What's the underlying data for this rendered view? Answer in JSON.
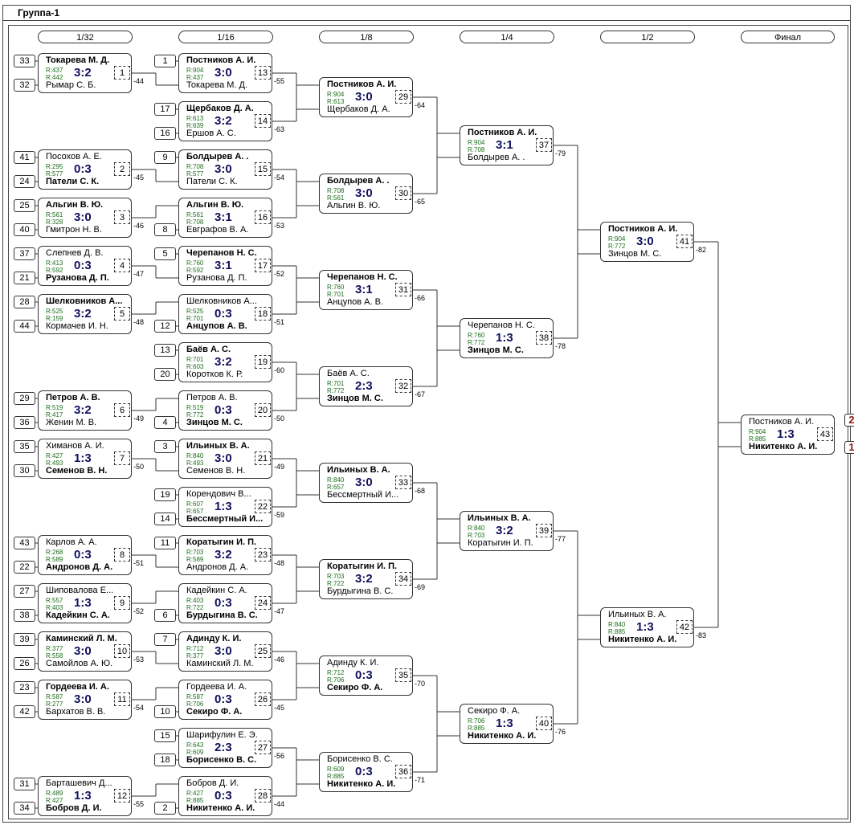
{
  "title": "Группа-1",
  "rounds": [
    "1/32",
    "1/16",
    "1/8",
    "1/4",
    "1/2",
    "Финал"
  ],
  "matches": [
    {
      "p1": "Токарева М. Д.",
      "p2": "Рымар С. Б.",
      "r1": "R:437",
      "r2": "R:442",
      "score": "3:2",
      "num": "1",
      "ref": "-44",
      "win": 1,
      "s1": "33",
      "s2": "32"
    },
    {
      "p1": "Посохов А. Е.",
      "p2": "Патели С. К.",
      "r1": "R:295",
      "r2": "R:577",
      "score": "0:3",
      "num": "2",
      "ref": "-45",
      "win": 2,
      "s1": "41",
      "s2": "24"
    },
    {
      "p1": "Альгин В. Ю.",
      "p2": "Гмитрон Н. В.",
      "r1": "R:561",
      "r2": "R:328",
      "score": "3:0",
      "num": "3",
      "ref": "-46",
      "win": 1,
      "s1": "25",
      "s2": "40"
    },
    {
      "p1": "Слепнев Д. В.",
      "p2": "Рузанова Д. П.",
      "r1": "R:413",
      "r2": "R:592",
      "score": "0:3",
      "num": "4",
      "ref": "-47",
      "win": 2,
      "s1": "37",
      "s2": "21"
    },
    {
      "p1": "Шелковников А...",
      "p2": "Кормачев И. Н.",
      "r1": "R:525",
      "r2": "R:159",
      "score": "3:2",
      "num": "5",
      "ref": "-48",
      "win": 1,
      "s1": "28",
      "s2": "44"
    },
    {
      "p1": "Петров А. В.",
      "p2": "Женин М. В.",
      "r1": "R:519",
      "r2": "R:417",
      "score": "3:2",
      "num": "6",
      "ref": "-49",
      "win": 1,
      "s1": "29",
      "s2": "36"
    },
    {
      "p1": "Химанов А. И.",
      "p2": "Семенов В. Н.",
      "r1": "R:427",
      "r2": "R:493",
      "score": "1:3",
      "num": "7",
      "ref": "-50",
      "win": 2,
      "s1": "35",
      "s2": "30"
    },
    {
      "p1": "Карлов А. А.",
      "p2": "Андронов Д. А.",
      "r1": "R:268",
      "r2": "R:589",
      "score": "0:3",
      "num": "8",
      "ref": "-51",
      "win": 2,
      "s1": "43",
      "s2": "22"
    },
    {
      "p1": "Шиповалова Е...",
      "p2": "Кадейкин С. А.",
      "r1": "R:557",
      "r2": "R:403",
      "score": "1:3",
      "num": "9",
      "ref": "-52",
      "win": 2,
      "s1": "27",
      "s2": "38"
    },
    {
      "p1": "Каминский Л. М.",
      "p2": "Самойлов А. Ю.",
      "r1": "R:377",
      "r2": "R:558",
      "score": "3:0",
      "num": "10",
      "ref": "-53",
      "win": 1,
      "s1": "39",
      "s2": "26"
    },
    {
      "p1": "Гордеева И. А.",
      "p2": "Бархатов В. В.",
      "r1": "R:587",
      "r2": "R:277",
      "score": "3:0",
      "num": "11",
      "ref": "-54",
      "win": 1,
      "s1": "23",
      "s2": "42"
    },
    {
      "p1": "Барташевич Д...",
      "p2": "Бобров Д. И.",
      "r1": "R:489",
      "r2": "R:427",
      "score": "1:3",
      "num": "12",
      "ref": "-55",
      "win": 2,
      "s1": "31",
      "s2": "34"
    },
    {
      "p1": "Постников А. И.",
      "p2": "Токарева М. Д.",
      "r1": "R:904",
      "r2": "R:437",
      "score": "3:0",
      "num": "13",
      "ref": "-55",
      "win": 1,
      "s1": "1"
    },
    {
      "p1": "Щербаков Д. А.",
      "p2": "Ершов А. С.",
      "r1": "R:613",
      "r2": "R:639",
      "score": "3:2",
      "num": "14",
      "ref": "-63",
      "win": 1,
      "s1": "17",
      "s2": "16"
    },
    {
      "p1": "Болдырев А. .",
      "p2": "Патели С. К.",
      "r1": "R:708",
      "r2": "R:577",
      "score": "3:0",
      "num": "15",
      "ref": "-54",
      "win": 1,
      "s1": "9"
    },
    {
      "p1": "Альгин В. Ю.",
      "p2": "Евграфов В. А.",
      "r1": "R:561",
      "r2": "R:708",
      "score": "3:1",
      "num": "16",
      "ref": "-53",
      "win": 1,
      "s2": "8"
    },
    {
      "p1": "Черепанов Н. С.",
      "p2": "Рузанова Д. П.",
      "r1": "R:760",
      "r2": "R:592",
      "score": "3:1",
      "num": "17",
      "ref": "-52",
      "win": 1,
      "s1": "5"
    },
    {
      "p1": "Шелковников А...",
      "p2": "Анцупов А. В.",
      "r1": "R:525",
      "r2": "R:701",
      "score": "0:3",
      "num": "18",
      "ref": "-51",
      "win": 2,
      "s2": "12"
    },
    {
      "p1": "Баёв А. С.",
      "p2": "Коротков К. Р.",
      "r1": "R:701",
      "r2": "R:603",
      "score": "3:2",
      "num": "19",
      "ref": "-60",
      "win": 1,
      "s1": "13",
      "s2": "20"
    },
    {
      "p1": "Петров А. В.",
      "p2": "Зинцов М. С.",
      "r1": "R:519",
      "r2": "R:772",
      "score": "0:3",
      "num": "20",
      "ref": "-50",
      "win": 2,
      "s2": "4"
    },
    {
      "p1": "Ильиных В. А.",
      "p2": "Семенов В. Н.",
      "r1": "R:840",
      "r2": "R:493",
      "score": "3:0",
      "num": "21",
      "ref": "-49",
      "win": 1,
      "s1": "3"
    },
    {
      "p1": "Корендович В...",
      "p2": "Бессмертный И...",
      "r1": "R:607",
      "r2": "R:657",
      "score": "1:3",
      "num": "22",
      "ref": "-59",
      "win": 2,
      "s1": "19",
      "s2": "14"
    },
    {
      "p1": "Коратыгин И. П.",
      "p2": "Андронов Д. А.",
      "r1": "R:703",
      "r2": "R:589",
      "score": "3:2",
      "num": "23",
      "ref": "-48",
      "win": 1,
      "s1": "11"
    },
    {
      "p1": "Кадейкин С. А.",
      "p2": "Бурдыгина В. С.",
      "r1": "R:403",
      "r2": "R:722",
      "score": "0:3",
      "num": "24",
      "ref": "-47",
      "win": 2,
      "s2": "6"
    },
    {
      "p1": "Адинду К. И.",
      "p2": "Каминский Л. М.",
      "r1": "R:712",
      "r2": "R:377",
      "score": "3:0",
      "num": "25",
      "ref": "-46",
      "win": 1,
      "s1": "7"
    },
    {
      "p1": "Гордеева И. А.",
      "p2": "Секиро Ф. А.",
      "r1": "R:587",
      "r2": "R:706",
      "score": "0:3",
      "num": "26",
      "ref": "-45",
      "win": 2,
      "s2": "10"
    },
    {
      "p1": "Шарифулин Е. Э.",
      "p2": "Борисенко В. С.",
      "r1": "R:643",
      "r2": "R:609",
      "score": "2:3",
      "num": "27",
      "ref": "-56",
      "win": 2,
      "s1": "15",
      "s2": "18"
    },
    {
      "p1": "Бобров Д. И.",
      "p2": "Никитенко А. И.",
      "r1": "R:427",
      "r2": "R:885",
      "score": "0:3",
      "num": "28",
      "ref": "-44",
      "win": 2,
      "s2": "2"
    },
    {
      "p1": "Постников А. И.",
      "p2": "Щербаков Д. А.",
      "r1": "R:904",
      "r2": "R:613",
      "score": "3:0",
      "num": "29",
      "ref": "-64",
      "win": 1
    },
    {
      "p1": "Болдырев А. .",
      "p2": "Альгин В. Ю.",
      "r1": "R:708",
      "r2": "R:561",
      "score": "3:0",
      "num": "30",
      "ref": "-65",
      "win": 1
    },
    {
      "p1": "Черепанов Н. С.",
      "p2": "Анцупов А. В.",
      "r1": "R:760",
      "r2": "R:701",
      "score": "3:1",
      "num": "31",
      "ref": "-66",
      "win": 1
    },
    {
      "p1": "Баёв А. С.",
      "p2": "Зинцов М. С.",
      "r1": "R:701",
      "r2": "R:772",
      "score": "2:3",
      "num": "32",
      "ref": "-67",
      "win": 2
    },
    {
      "p1": "Ильиных В. А.",
      "p2": "Бессмертный И...",
      "r1": "R:840",
      "r2": "R:657",
      "score": "3:0",
      "num": "33",
      "ref": "-68",
      "win": 1
    },
    {
      "p1": "Коратыгин И. П.",
      "p2": "Бурдыгина В. С.",
      "r1": "R:703",
      "r2": "R:722",
      "score": "3:2",
      "num": "34",
      "ref": "-69",
      "win": 1
    },
    {
      "p1": "Адинду К. И.",
      "p2": "Секиро Ф. А.",
      "r1": "R:712",
      "r2": "R:706",
      "score": "0:3",
      "num": "35",
      "ref": "-70",
      "win": 2
    },
    {
      "p1": "Борисенко В. С.",
      "p2": "Никитенко А. И.",
      "r1": "R:609",
      "r2": "R:885",
      "score": "0:3",
      "num": "36",
      "ref": "-71",
      "win": 2
    },
    {
      "p1": "Постников А. И.",
      "p2": "Болдырев А. .",
      "r1": "R:904",
      "r2": "R:708",
      "score": "3:1",
      "num": "37",
      "ref": "-79",
      "win": 1
    },
    {
      "p1": "Черепанов Н. С.",
      "p2": "Зинцов М. С.",
      "r1": "R:760",
      "r2": "R:772",
      "score": "1:3",
      "num": "38",
      "ref": "-78",
      "win": 2
    },
    {
      "p1": "Ильиных В. А.",
      "p2": "Коратыгин И. П.",
      "r1": "R:840",
      "r2": "R:703",
      "score": "3:2",
      "num": "39",
      "ref": "-77",
      "win": 1
    },
    {
      "p1": "Секиро Ф. А.",
      "p2": "Никитенко А. И.",
      "r1": "R:706",
      "r2": "R:885",
      "score": "1:3",
      "num": "40",
      "ref": "-76",
      "win": 2
    },
    {
      "p1": "Постников А. И.",
      "p2": "Зинцов М. С.",
      "r1": "R:904",
      "r2": "R:772",
      "score": "3:0",
      "num": "41",
      "ref": "-82",
      "win": 1
    },
    {
      "p1": "Ильиных В. А.",
      "p2": "Никитенко А. И.",
      "r1": "R:840",
      "r2": "R:885",
      "score": "1:3",
      "num": "42",
      "ref": "-83",
      "win": 2
    },
    {
      "p1": "Постников А. И.",
      "p2": "Никитенко А. И.",
      "r1": "R:904",
      "r2": "R:885",
      "score": "1:3",
      "num": "43",
      "win": 2,
      "place1": "2",
      "place2": "1"
    }
  ]
}
